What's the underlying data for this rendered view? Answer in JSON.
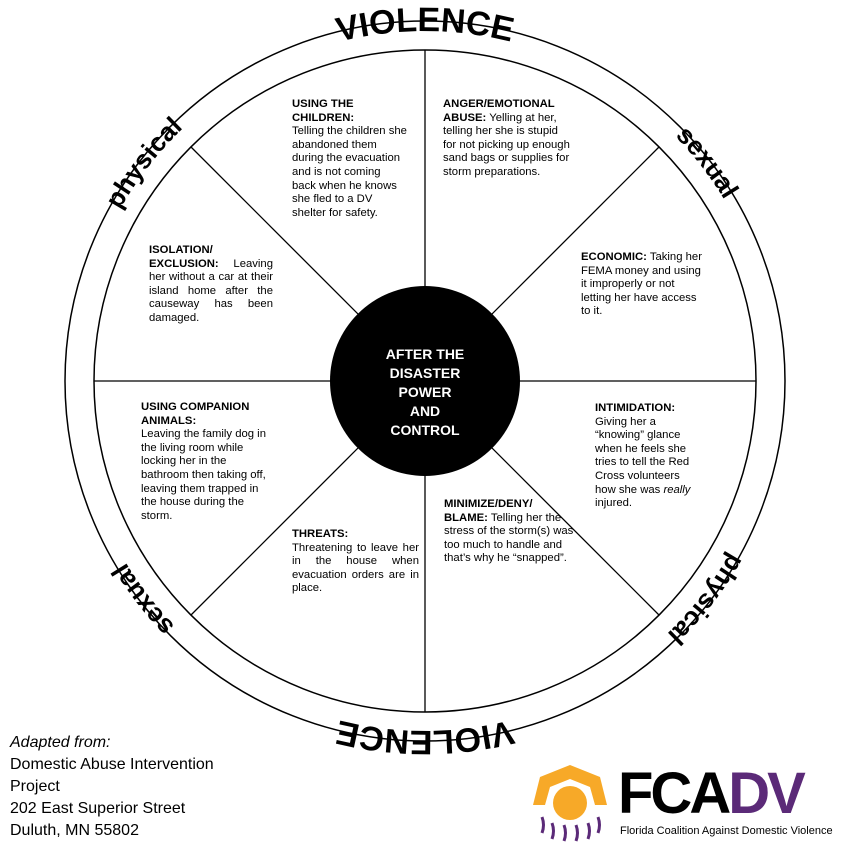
{
  "ring": {
    "top": "VIOLENCE",
    "bottom": "VIOLENCE",
    "top_left": "physical",
    "top_right": "sexual",
    "bottom_left": "sexual",
    "bottom_right": "physical"
  },
  "center": {
    "l1": "AFTER THE",
    "l2": "DISASTER",
    "l3": "POWER",
    "l4": "AND",
    "l5": "CONTROL"
  },
  "sections": {
    "children": {
      "title": "USING THE CHILDREN:",
      "body": "Telling the children she abandoned them during the evacuation and is not coming back when he knows she fled to a DV shelter for safety."
    },
    "anger": {
      "title": "ANGER/EMOTIONAL ABUSE:",
      "body": "Yelling at her, telling her she is stupid for not picking up enough sand bags or supplies for storm preparations."
    },
    "economic": {
      "title": "ECONOMIC:",
      "body": "Taking her FEMA money and using it improperly or not letting her have access to it."
    },
    "intimidation": {
      "title": "INTIMIDATION:",
      "body1": "Giving her a “knowing” glance when he feels she tries to tell the Red Cross volunteers how she was ",
      "body_em": "really",
      "body2": " injured."
    },
    "minimize": {
      "title": "MINIMIZE/DENY/ BLAME:",
      "body": "Telling her the stress of the storm(s) was too much to handle and that’s why he “snapped”."
    },
    "threats": {
      "title": "THREATS:",
      "body": "Threatening to leave her in the house when evacuation orders are in place."
    },
    "animals": {
      "title": "USING COMPANION ANIMALS:",
      "body": "Leaving the family dog in the living room while locking her in the bathroom then taking off, leaving them trapped in the house during the storm."
    },
    "isolation": {
      "title": "ISOLATION/ EXCLUSION:",
      "body": "Leaving her without a car at their island home after the causeway has been damaged."
    }
  },
  "credit": {
    "l1": "Adapted from:",
    "l2": "Domestic Abuse Intervention",
    "l3": "Project",
    "l4": "202 East Superior Street",
    "l5": "Duluth, MN 55802"
  },
  "logo": {
    "fc": "FCA",
    "dv": "DV",
    "tagline": "Florida Coalition Against Domestic Violence"
  },
  "colors": {
    "sun": "#F7A928",
    "purple": "#5B2A78"
  }
}
